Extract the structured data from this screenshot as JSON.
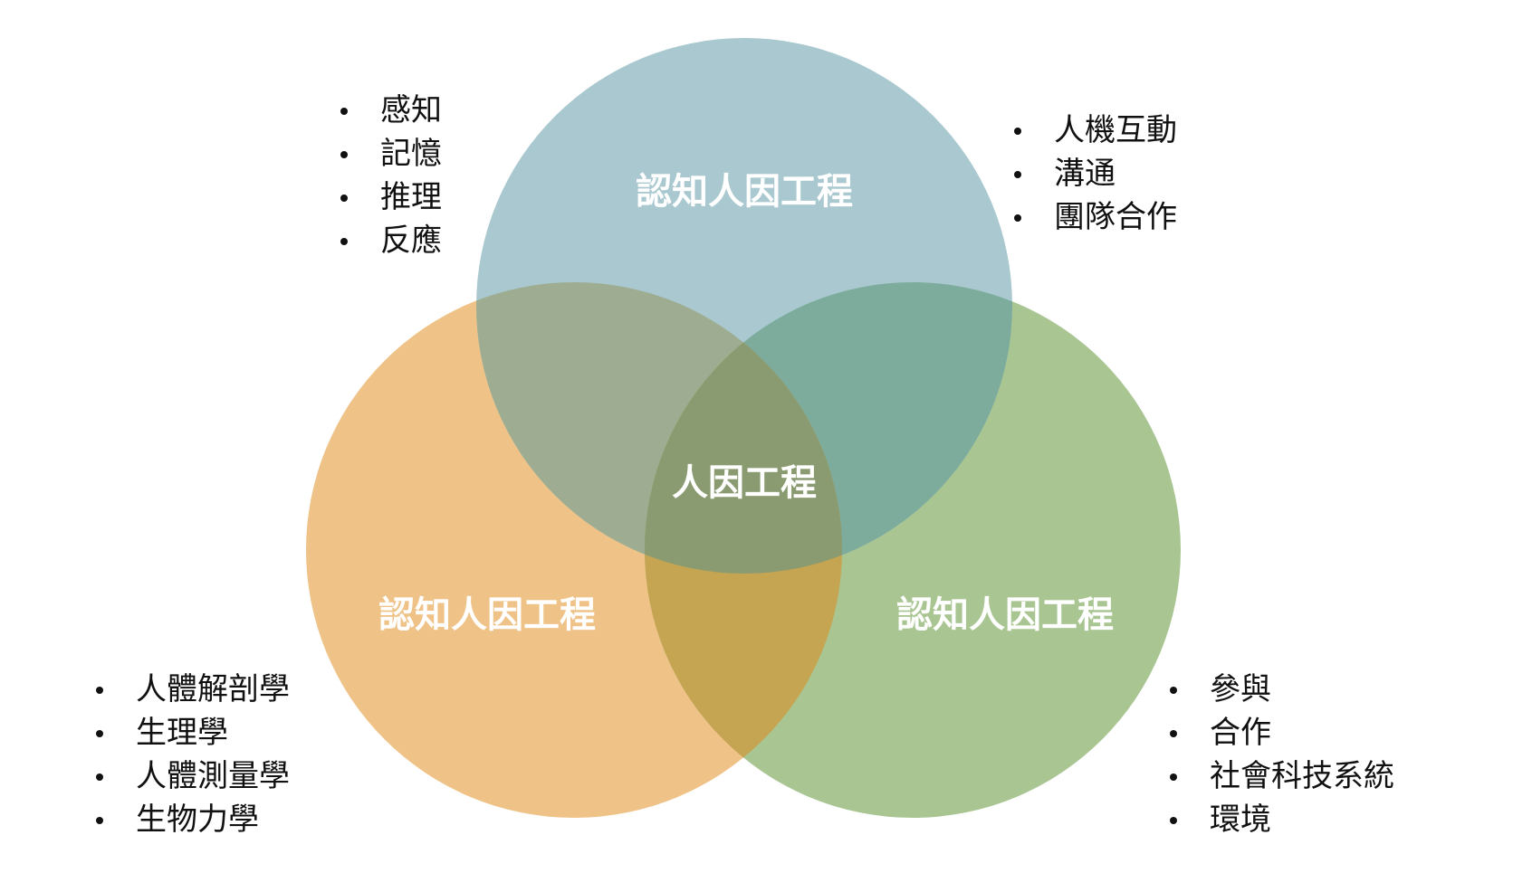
{
  "diagram": {
    "center_label": "人因工程",
    "circles": [
      {
        "id": "top",
        "label": "認知人因工程",
        "color": "#a9c8cf"
      },
      {
        "id": "left",
        "label": "認知人因工程",
        "color": "#efc287"
      },
      {
        "id": "right",
        "label": "認知人因工程",
        "color": "#a9c592"
      }
    ],
    "overlap_colors": {
      "top_left": "#9ead91",
      "top_right": "#7dac9c",
      "left_right": "#c5a552",
      "center": "#8a9b71"
    }
  },
  "lists": {
    "top_left": [
      "感知",
      "記憶",
      "推理",
      "反應"
    ],
    "top_right": [
      "人機互動",
      "溝通",
      "團隊合作"
    ],
    "bottom_left": [
      "人體解剖學",
      "生理學",
      "人體測量學",
      "生物力學"
    ],
    "bottom_right": [
      "參與",
      "合作",
      "社會科技系統",
      "環境"
    ]
  }
}
